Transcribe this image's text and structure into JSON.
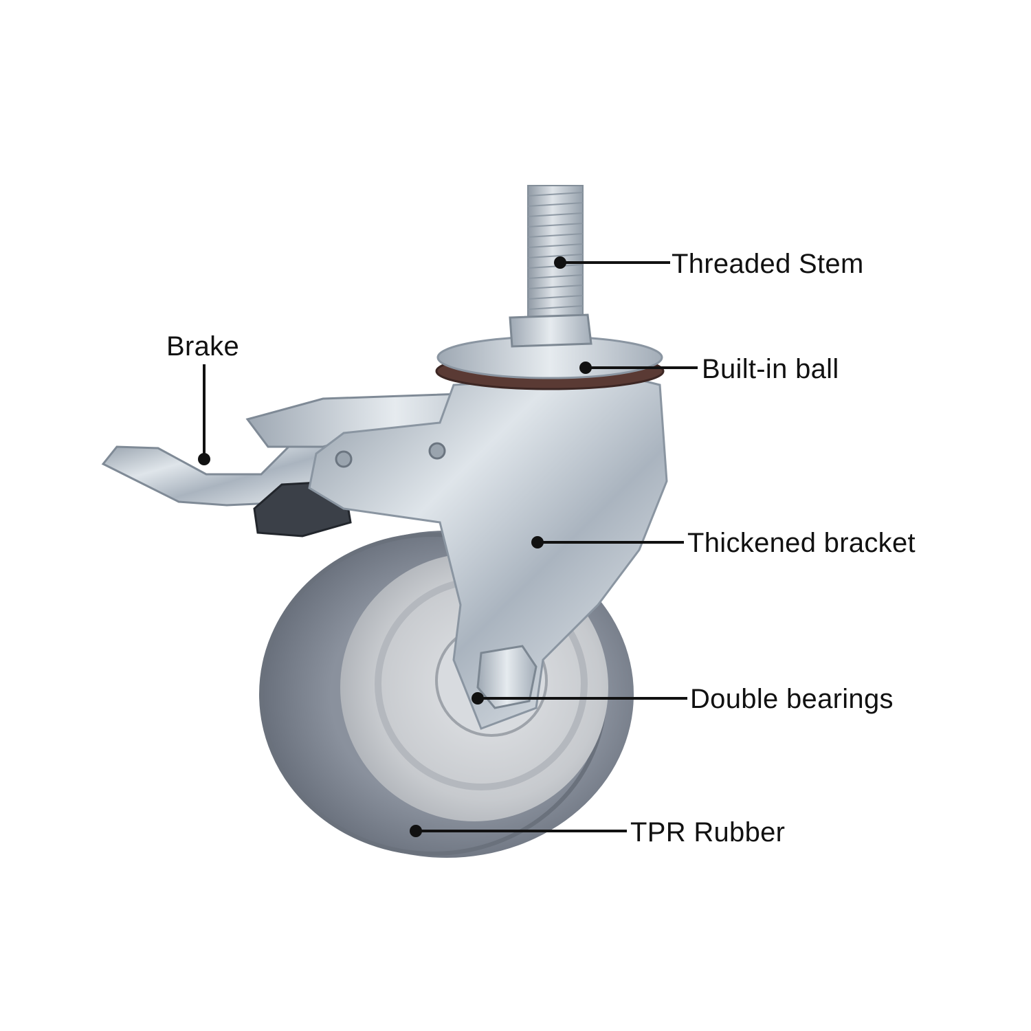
{
  "labels": {
    "threaded_stem": "Threaded Stem",
    "built_in_ball": "Built-in ball",
    "brake": "Brake",
    "thickened_bracket": "Thickened bracket",
    "double_bearings": "Double bearings",
    "tpr_rubber": "TPR Rubber"
  },
  "colors": {
    "background": "#ffffff",
    "leader_line": "#111111",
    "tire": "#7b828f",
    "hub": "#c9ccd1",
    "metal": "#b9c3cd"
  }
}
